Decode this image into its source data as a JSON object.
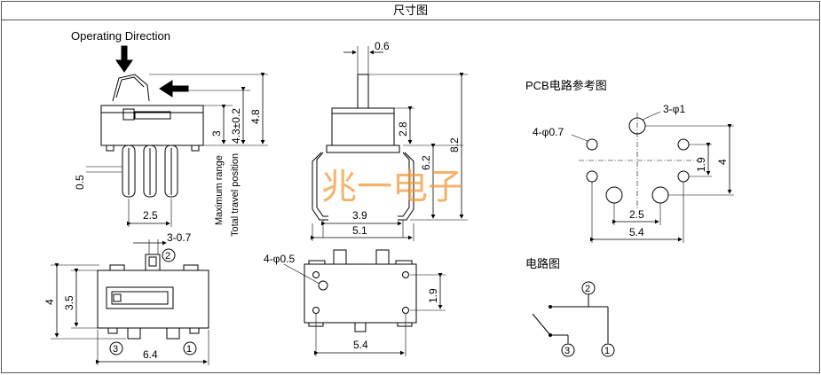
{
  "title": "尺寸图",
  "watermark": "兆一电子",
  "side_view": {
    "operating_direction": "Operating Direction",
    "dims": {
      "h3": "3",
      "h43": "4.3±0.2",
      "h48": "4.8",
      "pin_pitch": "2.5",
      "pin_offset": "0.5"
    },
    "max_range": "Maximum range",
    "total_travel": "Total travel position"
  },
  "bottom_view": {
    "dims": {
      "pin_width": "3-0.7",
      "h4": "4",
      "h35": "3.5",
      "w64": "6.4"
    },
    "pins": {
      "p1": "1",
      "p2": "2",
      "p3": "3"
    }
  },
  "front_view": {
    "dims": {
      "stem": "0.6",
      "h28": "2.8",
      "h62": "6.2",
      "h82": "8.2",
      "w39": "3.9",
      "w51": "5.1"
    }
  },
  "top_view": {
    "dims": {
      "holes": "4-φ0.5",
      "h19": "1.9",
      "w54": "5.4"
    }
  },
  "pcb": {
    "title": "PCB电路参考图",
    "dims": {
      "big_holes": "3-φ1",
      "small_holes": "4-φ0.7",
      "h19": "1.9",
      "h4": "4",
      "w25": "2.5",
      "w54": "5.4"
    }
  },
  "circuit": {
    "title": "电路图",
    "pins": {
      "p1": "1",
      "p2": "2",
      "p3": "3"
    }
  }
}
